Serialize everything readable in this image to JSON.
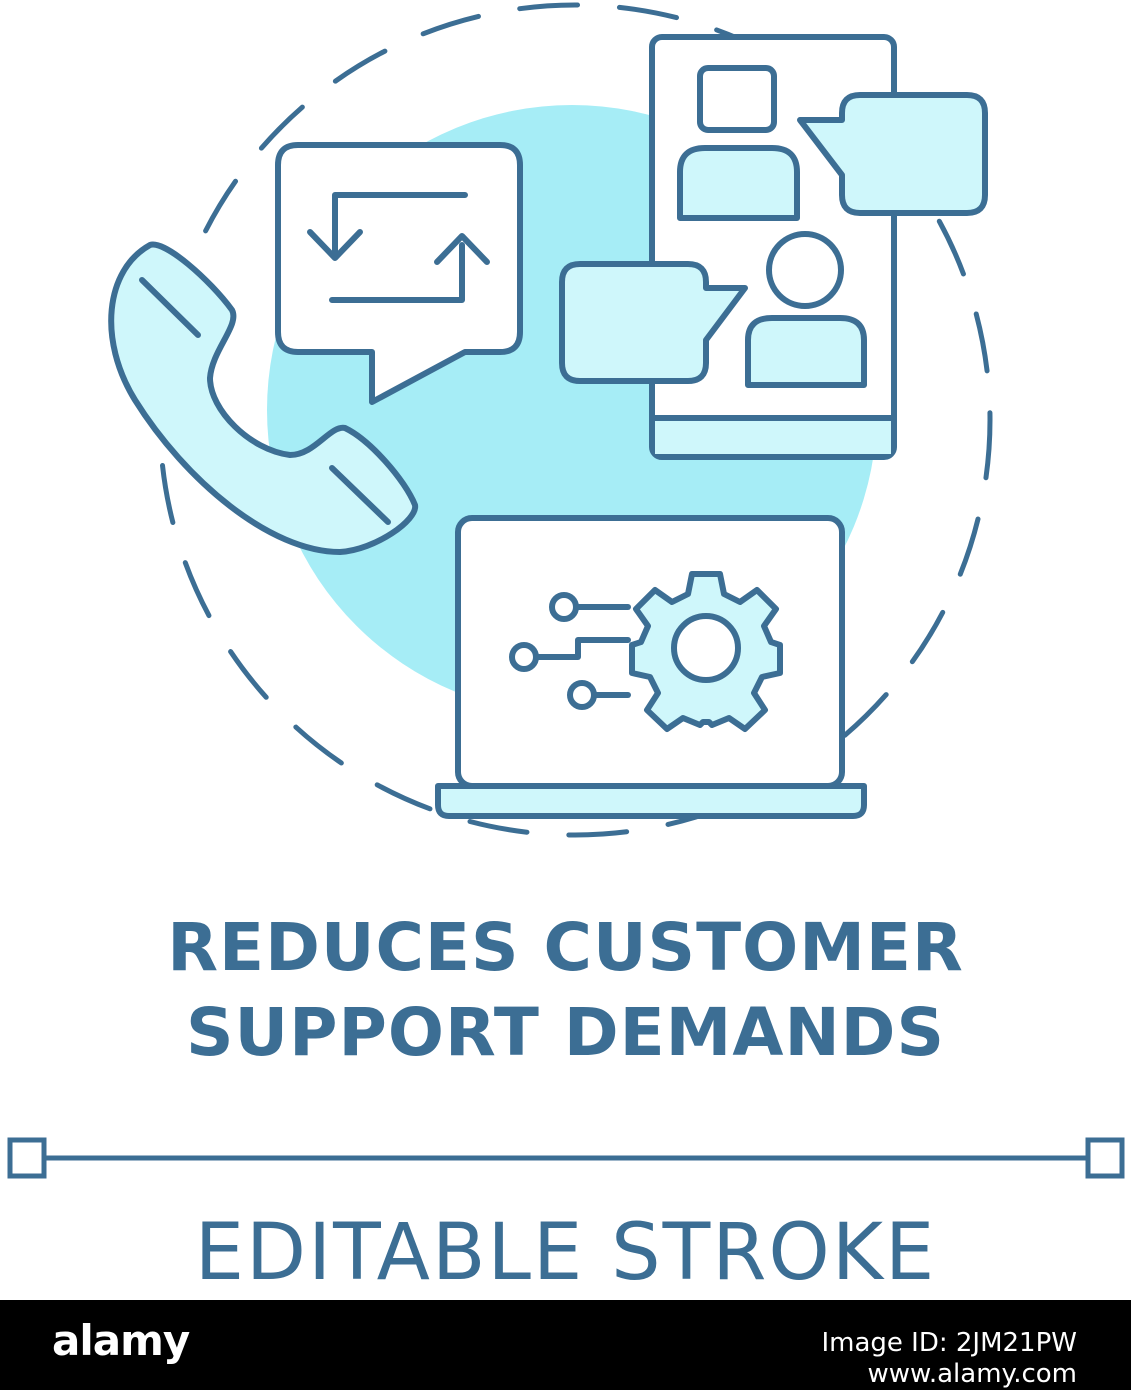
{
  "title": {
    "line1": "REDUCES CUSTOMER",
    "line2": "SUPPORT DEMANDS"
  },
  "subtitle": "EDITABLE STROKE",
  "footer": {
    "logo": "alamy",
    "image_id": "Image ID: 2JM21PW",
    "url": "www.alamy.com"
  },
  "colors": {
    "stroke": "#3c6e94",
    "fill": "#cff7fb",
    "blob": "#a6edf6",
    "footer_bg": "#000000"
  },
  "icons": [
    "phone-icon",
    "chat-arrows-icon",
    "smartphone-video-call-icon",
    "laptop-gear-icon",
    "dashed-circle",
    "stroke-line-icon"
  ]
}
